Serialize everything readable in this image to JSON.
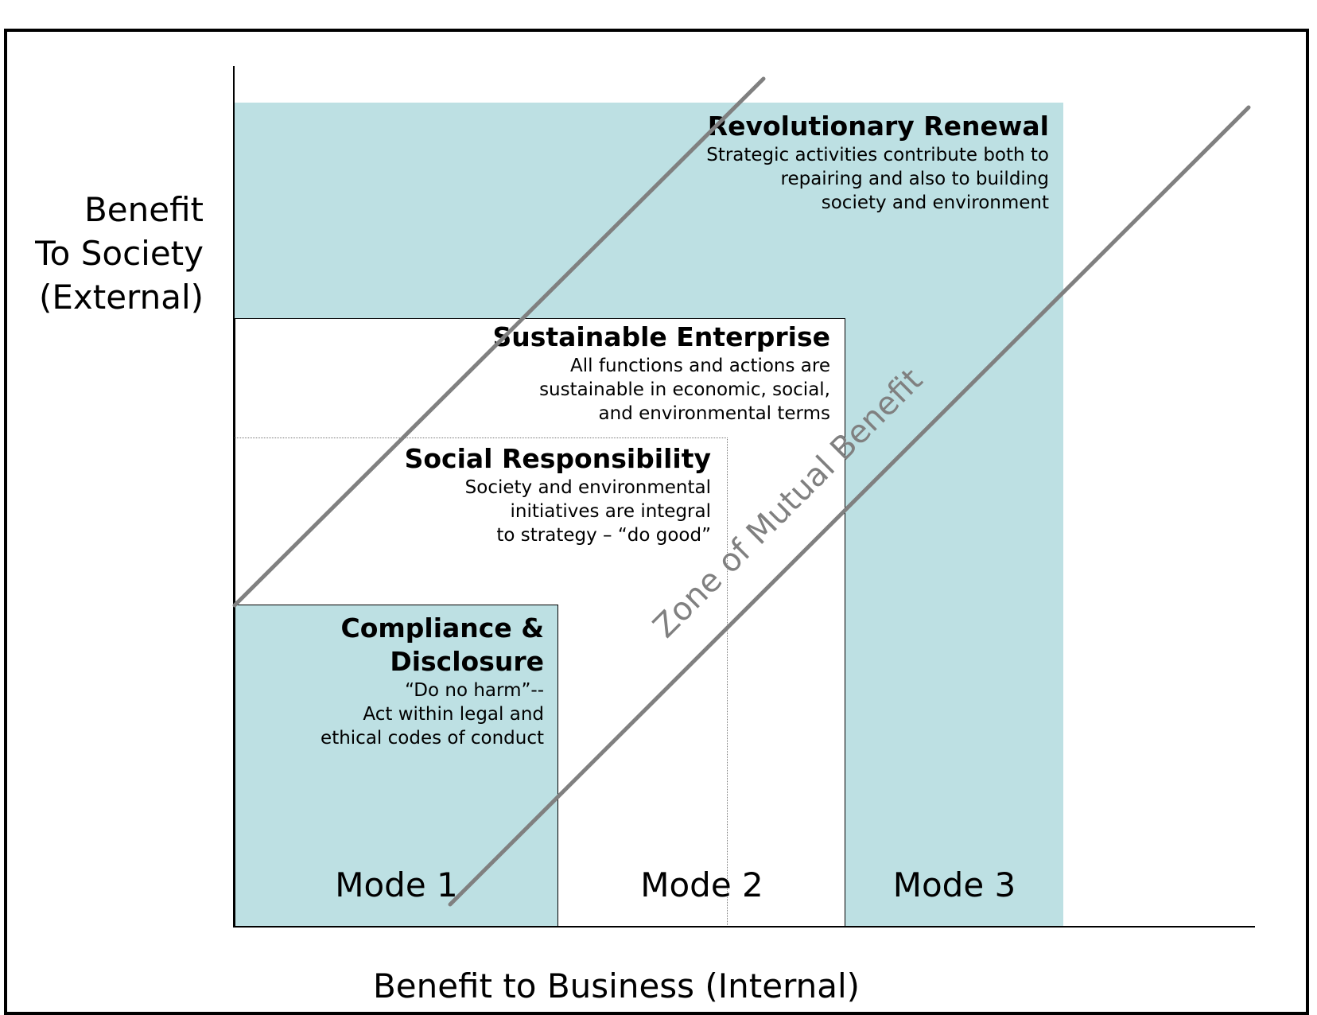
{
  "diagram": {
    "y_axis_label": [
      "Benefit",
      "To Society",
      "(External)"
    ],
    "x_axis_label": "Benefit to Business (Internal)",
    "zone_label": "Zone of Mutual Benefit",
    "colors": {
      "teal_fill": "#bde0e3",
      "band_line": "#808080",
      "zone_text": "#808080"
    },
    "blocks": {
      "revolutionary": {
        "title": "Revolutionary Renewal",
        "desc": [
          "Strategic activities contribute both to",
          "repairing and also to building",
          "society and environment"
        ]
      },
      "sustainable": {
        "title": "Sustainable Enterprise",
        "desc": [
          "All functions and actions are",
          "sustainable in economic, social,",
          "and environmental terms"
        ]
      },
      "social": {
        "title": "Social Responsibility",
        "desc": [
          "Society and environmental",
          "initiatives are integral",
          "to strategy – “do good”"
        ]
      },
      "compliance": {
        "title": [
          "Compliance &",
          "Disclosure"
        ],
        "desc": [
          "“Do no harm”--",
          "Act within legal and",
          "ethical codes of conduct"
        ]
      }
    },
    "modes": [
      "Mode 1",
      "Mode 2",
      "Mode 3"
    ]
  }
}
